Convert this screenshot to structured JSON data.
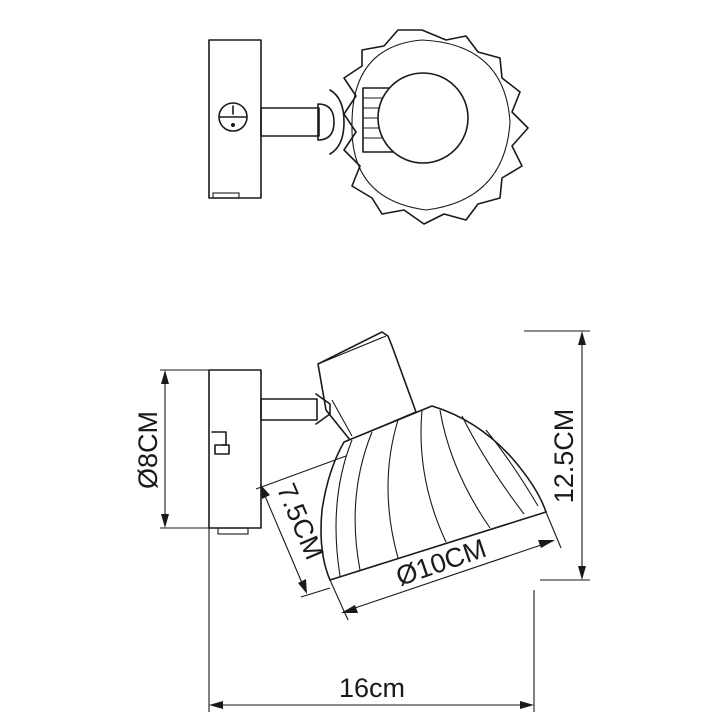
{
  "dimensions": {
    "base_diameter": "Ø8CM",
    "shade_depth": "7.5CM",
    "shade_diameter": "Ø10CM",
    "height": "12.5CM",
    "width": "16cm"
  },
  "icons": {
    "top_view": "spotlight-top-view-drawing",
    "side_view": "spotlight-side-view-drawing",
    "switch": "rocker-switch-icon"
  }
}
